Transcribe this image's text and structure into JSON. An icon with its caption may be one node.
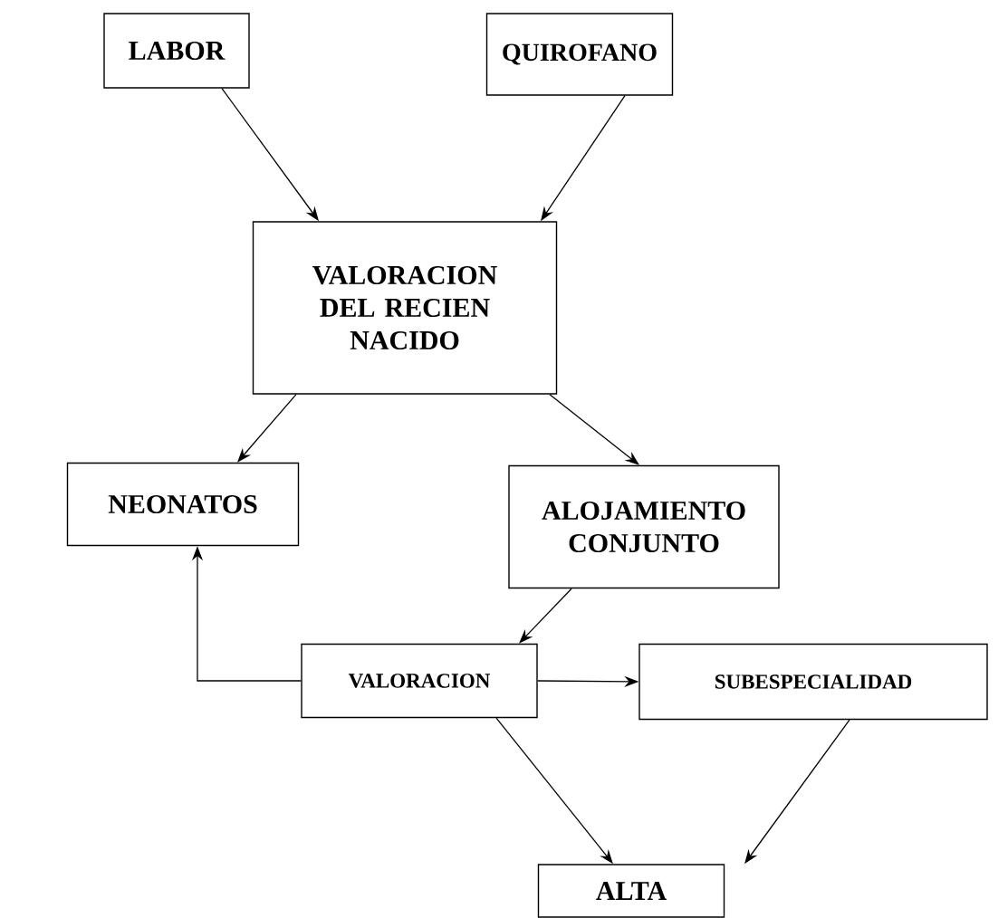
{
  "diagram": {
    "nodes": [
      {
        "text": [
          "LABOR"
        ]
      },
      {
        "text": [
          "QUIROFANO"
        ]
      },
      {
        "text": [
          "VALORACION DEL RECIEN NACIDO"
        ]
      },
      {
        "text": [
          "NEONATOS"
        ]
      },
      {
        "text": [
          "ALOJAMIENTO CONJUNTO"
        ]
      },
      {
        "text": [
          "VALORACION"
        ]
      },
      {
        "text": [
          "SUBESPECIALIDAD"
        ]
      },
      {
        "text": [
          "ALTA"
        ]
      }
    ],
    "edges": [
      {
        "from": 0,
        "to": 2,
        "arrow": "to"
      },
      {
        "from": 1,
        "to": 2,
        "arrow": "to"
      },
      {
        "from": 2,
        "to": 3,
        "arrow": "to"
      },
      {
        "from": 2,
        "to": 4,
        "arrow": "to"
      },
      {
        "from": 4,
        "to": 5,
        "arrow": "to"
      },
      {
        "from": 5,
        "to": 3,
        "arrow": "to"
      },
      {
        "from": 5,
        "to": 6,
        "arrow": "to"
      },
      {
        "from": 5,
        "to": 7,
        "arrow": "to"
      },
      {
        "from": 6,
        "to": 7,
        "arrow": "to"
      }
    ]
  }
}
